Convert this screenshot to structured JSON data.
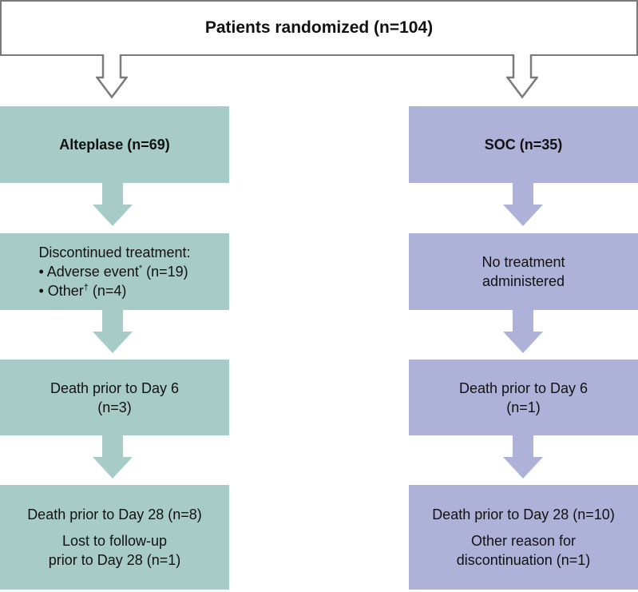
{
  "colors": {
    "alteplase_fill": "#a7ccc8",
    "soc_fill": "#afb2d8",
    "outline_gray": "#7a7a7a",
    "text": "#111111",
    "background": "#ffffff"
  },
  "top_box": {
    "label": "Patients randomized (n=104)"
  },
  "alteplase_arm": {
    "header": "Alteplase (n=69)",
    "discontinued_box": {
      "line1": "Discontinued treatment:",
      "bullet1_text": "• Adverse event",
      "bullet1_sup": "*",
      "bullet1_n": " (n=19)",
      "bullet2_text": "• Other",
      "bullet2_sup": "†",
      "bullet2_n": " (n=4)"
    },
    "death_day6_box": {
      "line1": "Death prior to Day 6",
      "line2": "(n=3)"
    },
    "day28_box": {
      "line1": "Death prior to Day 28 (n=8)",
      "line2": "Lost to follow-up",
      "line3": "prior to Day 28 (n=1)"
    }
  },
  "soc_arm": {
    "header": "SOC (n=35)",
    "no_treatment_box": {
      "line1": "No treatment",
      "line2": "administered"
    },
    "death_day6_box": {
      "line1": "Death prior to Day 6",
      "line2": "(n=1)"
    },
    "day28_box": {
      "line1": "Death prior to Day 28 (n=10)",
      "line2": "Other reason for",
      "line3": "discontinuation (n=1)"
    }
  }
}
